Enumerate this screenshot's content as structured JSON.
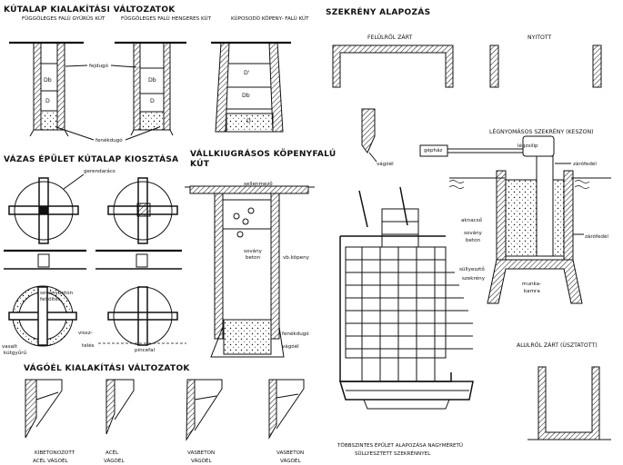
{
  "titles": {
    "kutalap": "KÚTALAP KIALAKÍTÁSI VÁLTOZATOK",
    "vazas": "VÁZAS ÉPÜLET KÚTALAP KIOSZTÁSA",
    "vallkiugrasos": "VÁLLKIUGRÁSOS KÖPENYFALÚ KÚT",
    "vagoel": "VÁGÓÉL KIALAKÍTÁSI VÁLTOZATOK",
    "szekreny": "SZEKRÉNY ALAPOZÁS",
    "legnyomasos": "LÉGNYOMÁSOS SZEKRÉNY (KESZON)",
    "alulrol": "ALULRÓL ZÁRT (ÚSZTATOTT)"
  },
  "kutalap": {
    "well1": "FÜGGŐLEGES FALÚ GYŰRŰS KÚT",
    "well2": "FÜGGŐLEGES FALÚ HENGERES KÚT",
    "well3": "KÚPOSODÓ KÖPENY- FALÚ KÚT",
    "fejduge": "fejdugó",
    "fenekduge": "fenékdugó",
    "db1": "Db",
    "d1": "D",
    "db2": "Db",
    "d2": "D",
    "d3a": "D'",
    "d3b": "Db",
    "d3c": "D"
  },
  "vazas": {
    "gerendaracs": "gerendarács",
    "savanybeton": "soványbeton",
    "feltoltes": "feltöltés",
    "visszteles": "vissz-",
    "teles": "telés",
    "vasalt": "vasalt",
    "kutgyuru": "kútgyűrű",
    "pincefal": "pincefal"
  },
  "vall": {
    "sellenmezo": "sellenmező",
    "savany": "sovány",
    "beton": "beton",
    "vbkopeny": "vb.köpeny",
    "fenekdugo": "fenékdugó",
    "vagoel": "vágóél"
  },
  "vagoel_types": {
    "t1a": "KIBETONOZOTT",
    "t1b": "ACÉL VÁGÓÉL",
    "t2a": "ACÉL",
    "t2b": "VÁGÓÉL",
    "t3a": "VASBETON",
    "t3b": "VÁGÓÉL",
    "t4a": "VASBETON",
    "t4b": "VÁGÓÉL"
  },
  "szekreny": {
    "felulrol": "FELÜLRŐL ZÁRT",
    "nyitott": "NYITOTT",
    "vagoel": "vágóél",
    "gephaz": "gépház",
    "legzsilip": "légzsilip",
    "zarofedel": "zárófedél",
    "aknacso": "aknacső",
    "savany": "sovány",
    "beton": "beton",
    "zarofedel2": "zárófedél",
    "sulyeszto": "süllyesztő",
    "szekreny_lbl": "szekrény",
    "munka": "munka-",
    "kamra": "kamra",
    "tobbszintes": "TÖBBSZINTES ÉPÜLET ALAPOZÁSA NAGYMÉRETŰ",
    "sullyesztett": "SÜLLYESZTETT SZEKRÉNNYEL"
  }
}
